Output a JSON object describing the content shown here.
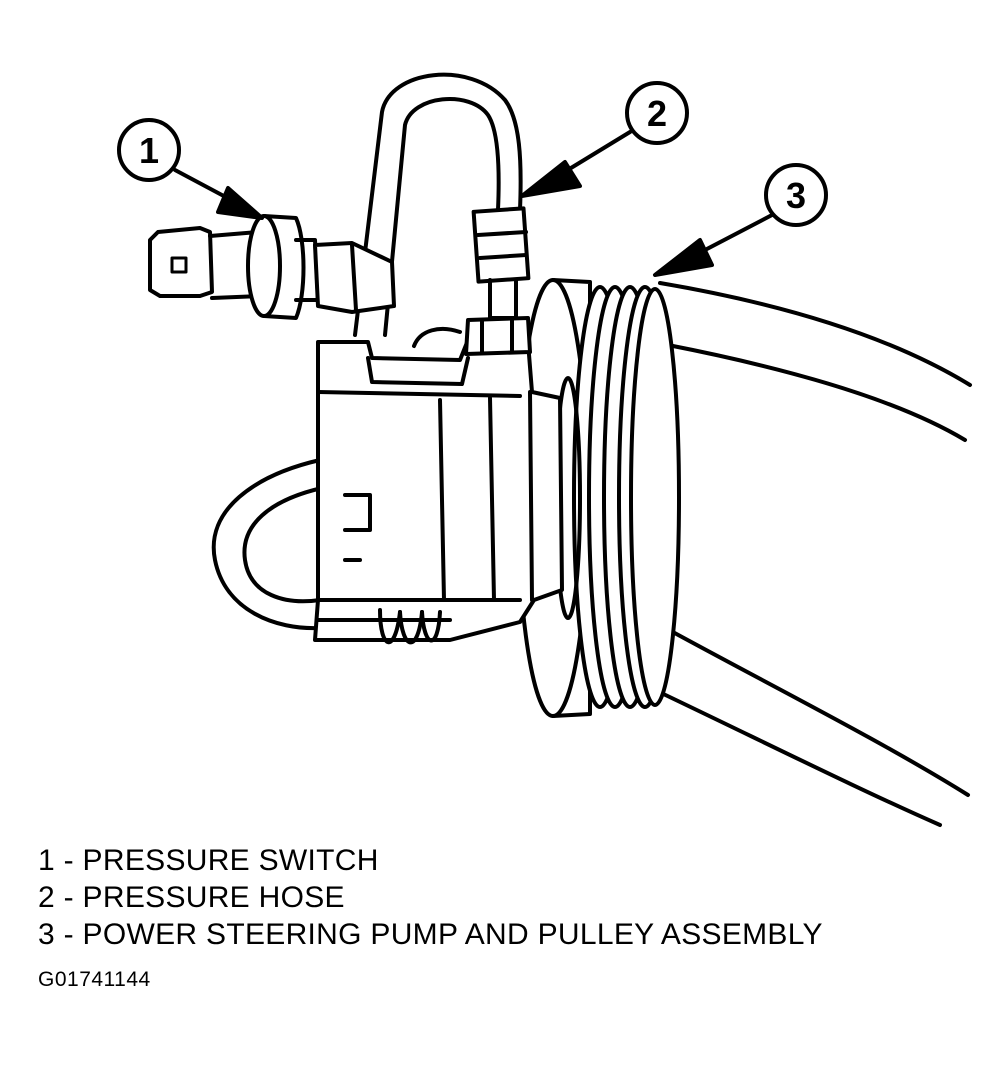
{
  "callouts": [
    {
      "number": "1"
    },
    {
      "number": "2"
    },
    {
      "number": "3"
    }
  ],
  "legend": [
    {
      "text": "1 - PRESSURE SWITCH"
    },
    {
      "text": "2 - PRESSURE HOSE"
    },
    {
      "text": "3 - POWER STEERING PUMP AND PULLEY ASSEMBLY"
    }
  ],
  "figure_code": "G01741144",
  "colors": {
    "ink": "#000000",
    "paper": "#ffffff"
  }
}
